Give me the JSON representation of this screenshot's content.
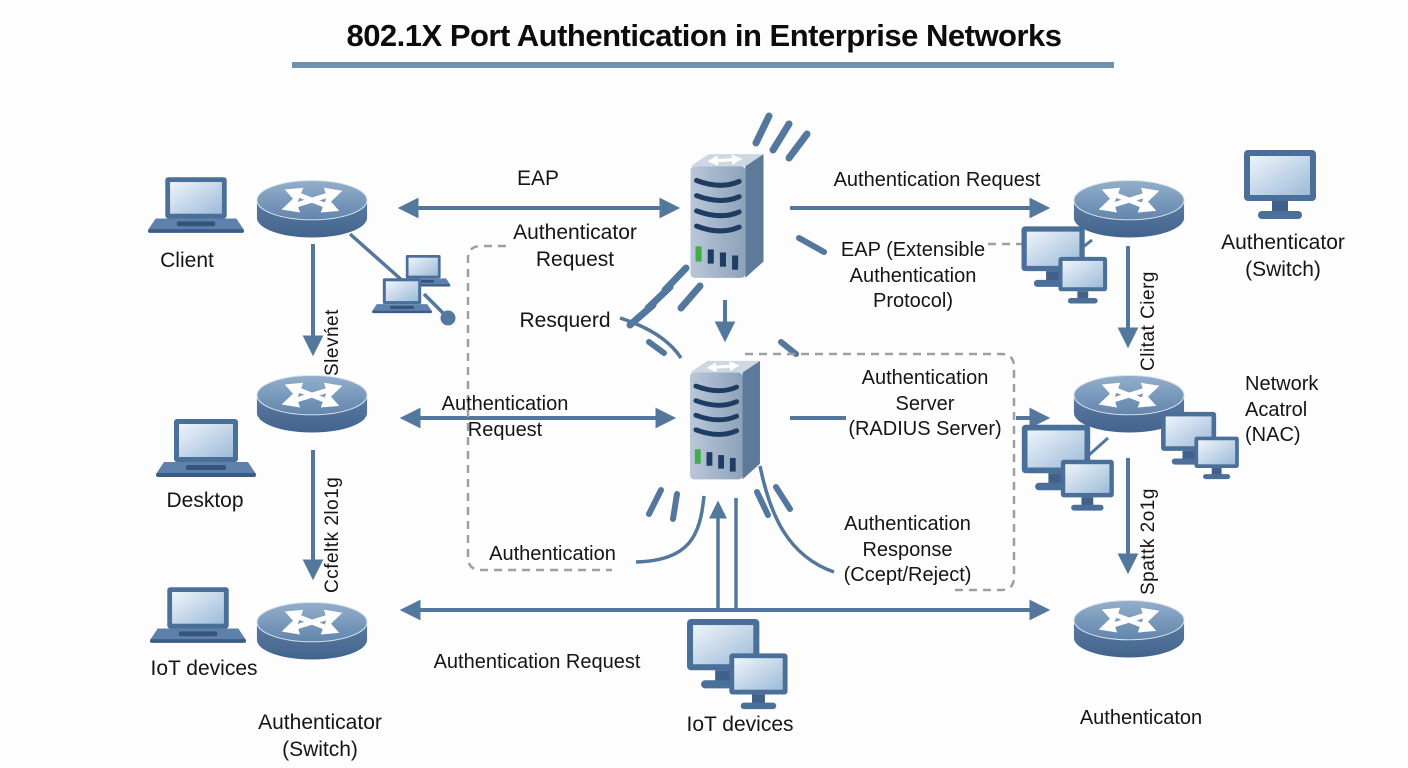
{
  "title": "802.1X Port Authentication in Enterprise Networks",
  "colors": {
    "accent_line": "#54779e",
    "dashed_box": "#9aa0a6",
    "title_underline": "#6d92b0",
    "text": "#151515",
    "device_body": "#4a6f99",
    "screen_light": "#dce8f4",
    "server_slat": "#1f3d63",
    "led_green": "#3fae49"
  },
  "nodes": {
    "client": "Client",
    "desktop": "Desktop",
    "iot_left": "IoT devices",
    "iot_center": "IoT devices",
    "authenticator_switch_right": "Authenticator\n(Switch)",
    "authenticator_switch_bottom": "Authenticator\n(Switch)",
    "authenticaton_bottom_right": "Authenticaton"
  },
  "messages": {
    "eap": "EAP",
    "authenticator_request": "Authenticator\nRequest",
    "resquerd": "Resquerd",
    "auth_request_top": "Authentication Request",
    "eap_protocol": "EAP (Extensible\nAuthentication\nProtocol)",
    "auth_request_mid": "Authentication\nRequest",
    "auth_server": "Authentication\nServer\n(RADIUS Server)",
    "network_nac": "Network\nAcatrol\n(NAC)",
    "authentication": "Authentication",
    "auth_response": "Authentication\nResponse\n(Ccept/Reject)",
    "auth_request_bottom": "Authentication Request"
  },
  "flow_labels": {
    "slevnet": "Slevńet",
    "clitat_cierg": "Clitat Cierg",
    "ccfeltk": "Ccfeltk 2lo1g",
    "spattk": "Spattk 2o1g"
  },
  "icons": [
    "router-switch-icon",
    "server-icon",
    "laptop-icon",
    "monitor-icon",
    "laptop-group-icon",
    "monitor-group-icon",
    "link-dot-icon",
    "signal-dash-icon"
  ]
}
